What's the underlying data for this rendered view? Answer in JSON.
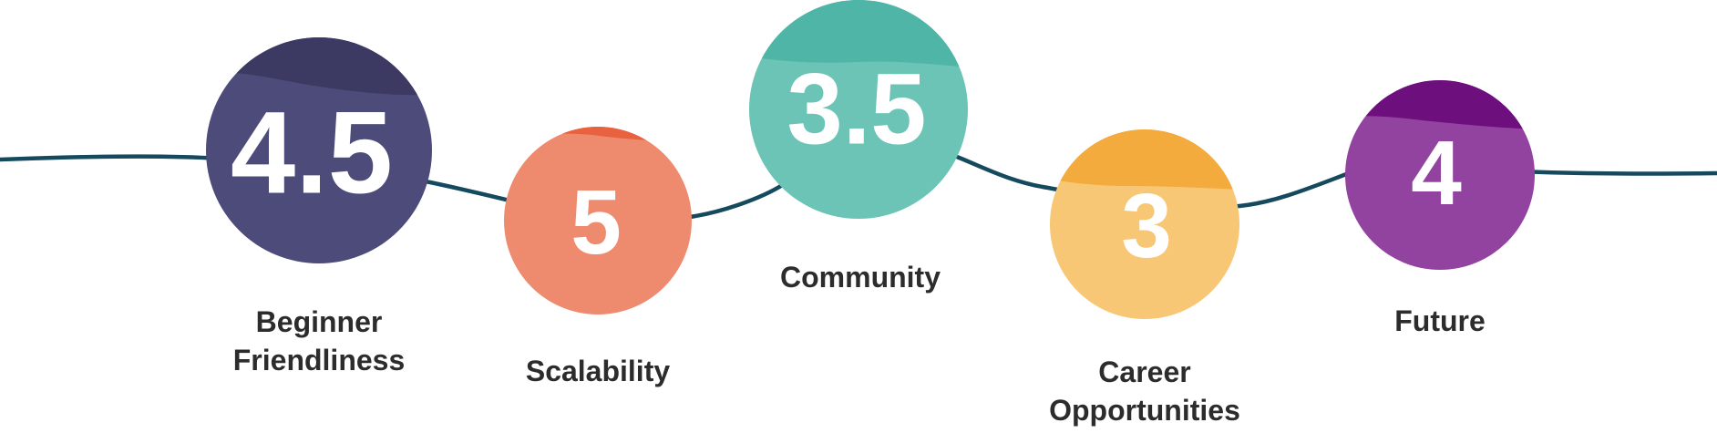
{
  "items": [
    {
      "value": "4.5",
      "label_lines": [
        "Beginner",
        "Friendliness"
      ],
      "color": "#4c4b7a",
      "band_color": "#3c3a63"
    },
    {
      "value": "5",
      "label_lines": [
        "Scalability"
      ],
      "color": "#ee8b6f",
      "band_color": "#e8623f"
    },
    {
      "value": "3.5",
      "label_lines": [
        "Community"
      ],
      "color": "#6cc4b6",
      "band_color": "#4fb5a6"
    },
    {
      "value": "3",
      "label_lines": [
        "Career",
        "Opportunities"
      ],
      "color": "#f8c775",
      "band_color": "#f2ab3c"
    },
    {
      "value": "4",
      "label_lines": [
        "Future"
      ],
      "color": "#9243a0",
      "band_color": "#6e0f7e"
    }
  ],
  "line_color": "#154a5e"
}
